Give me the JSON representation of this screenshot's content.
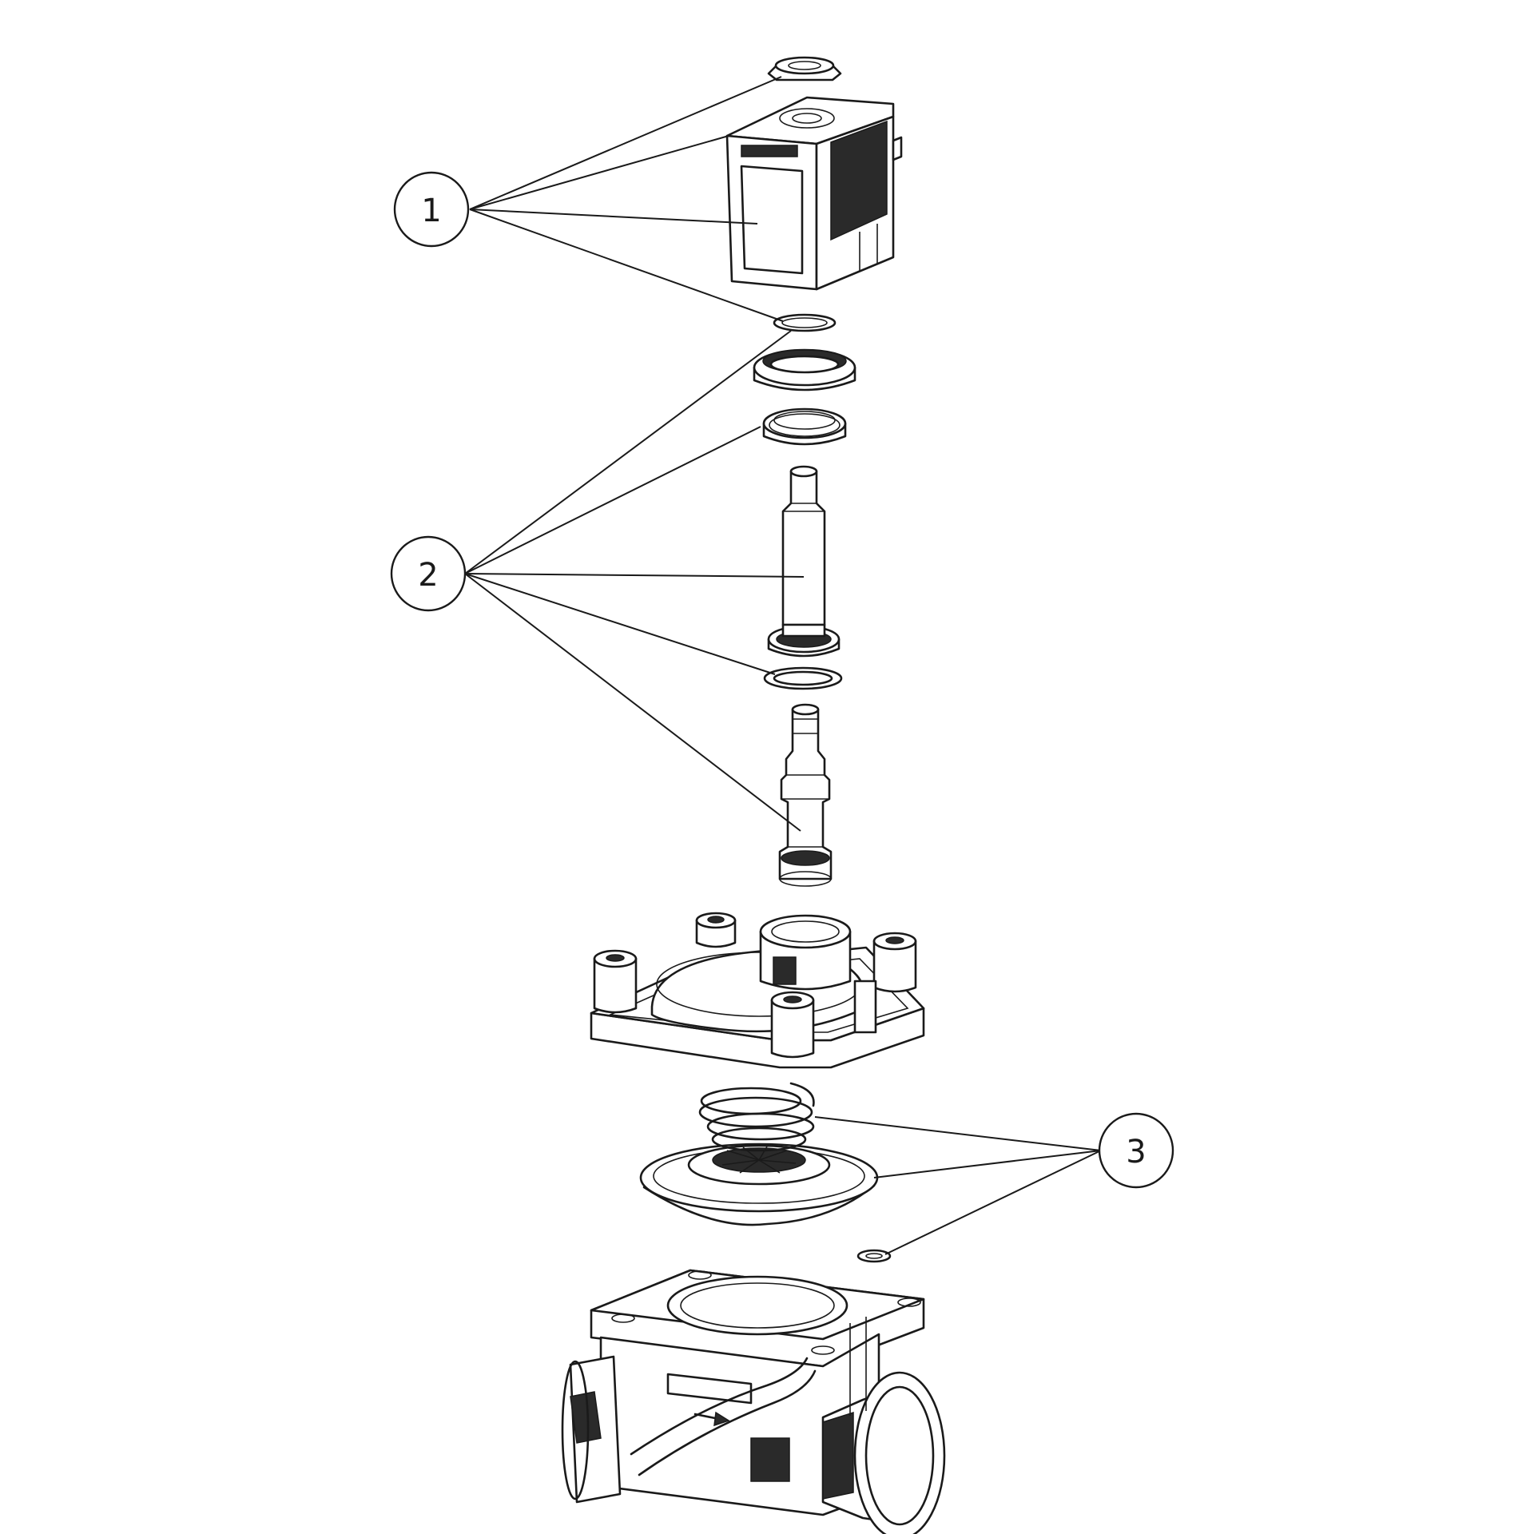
{
  "diagram": {
    "callouts": [
      {
        "id": "1",
        "label": "1"
      },
      {
        "id": "2",
        "label": "2"
      },
      {
        "id": "3",
        "label": "3"
      }
    ],
    "colors": {
      "line": "#1a1a1a",
      "background": "#ffffff"
    }
  }
}
